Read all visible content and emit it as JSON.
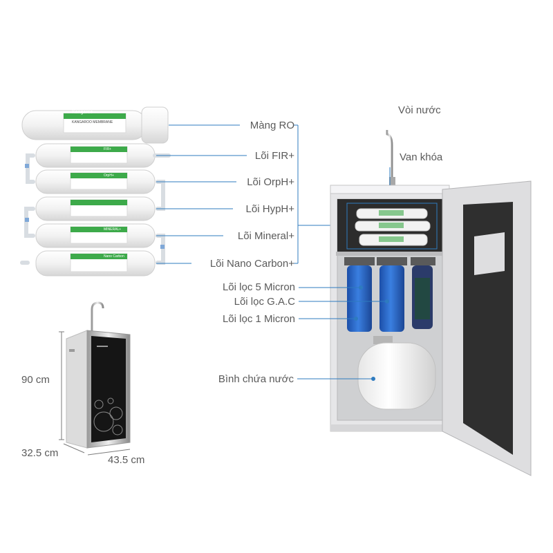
{
  "labels": {
    "ro_membrane": "Màng RO",
    "fir": "Lõi FIR+",
    "orph": "Lõi OrpH+",
    "hyph": "Lõi HypH+",
    "mineral": "Lõi Mineral+",
    "nano_carbon": "Lõi Nano Carbon+",
    "faucet": "Vòi nước",
    "valve": "Van khóa",
    "micron5": "Lõi lọc 5 Micron",
    "gac": "Lõi lọc G.A.C",
    "micron1": "Lõi lọc 1 Micron",
    "tank": "Bình chứa nước"
  },
  "dimensions": {
    "height": "90 cm",
    "depth": "32.5 cm",
    "width": "43.5 cm"
  },
  "brand": {
    "logo_text": "Kangaroo",
    "membrane_text": "KANGAROO MEMBRANE",
    "cartridge_texts": [
      "FIR+",
      "OrpH+",
      "",
      "MINERAL+",
      "Nano Carbon"
    ]
  },
  "colors": {
    "leader_line": "#2e7bbf",
    "cartridge_green": "#3daa4a",
    "filter_blue": "#2a64c4",
    "cabinet": "#e6e6e8",
    "door_panel": "#2f2f2f"
  }
}
